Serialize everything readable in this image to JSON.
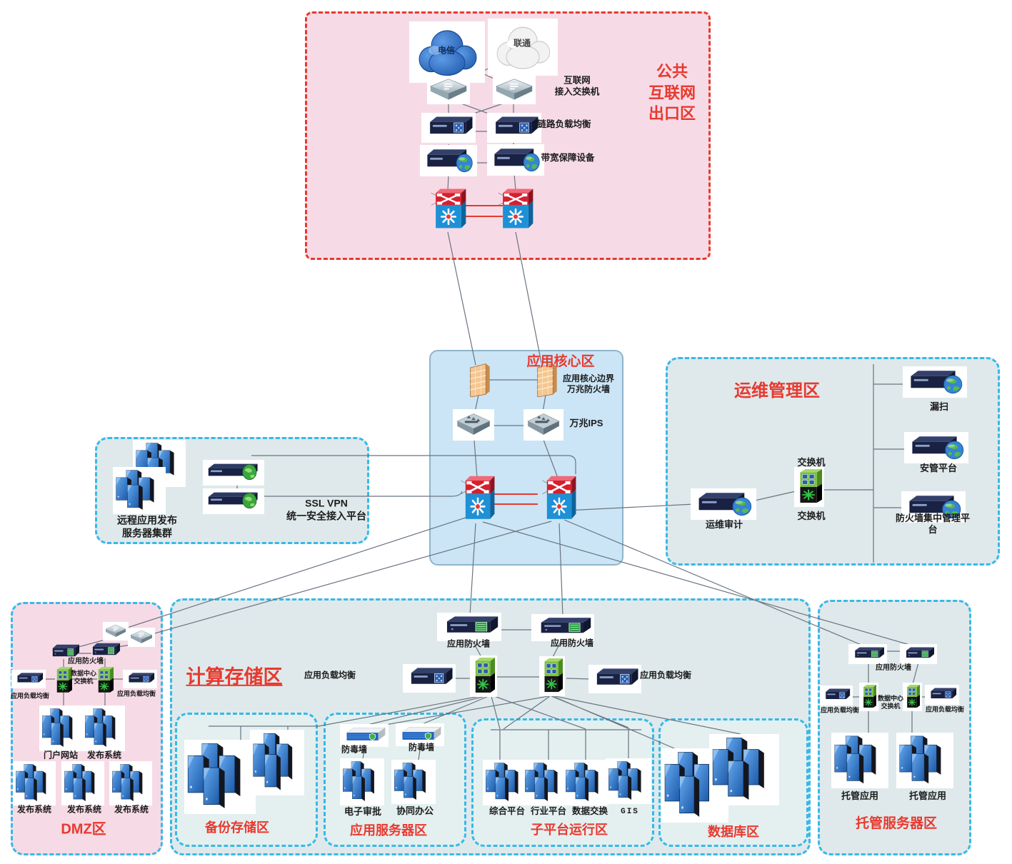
{
  "zones": {
    "public_internet": "公共\n互联网\n出口区",
    "app_core": "应用核心区",
    "ops_mgmt": "运维管理区",
    "compute_storage": "计算存储区",
    "dmz": "DMZ区",
    "backup": "备份存储区",
    "app_server": "应用服务器区",
    "subplatform": "子平台运行区",
    "database": "数据库区",
    "hosted": "托管服务器区"
  },
  "devices": {
    "telecom": "电信",
    "unicom": "联通",
    "internet_switch": "互联网\n接入交换机",
    "link_lb": "链路负载均衡",
    "bandwidth": "带宽保障设备",
    "core_fw": "应用核心边界\n万兆防火墙",
    "ips": "万兆IPS",
    "remote_cluster": "远程应用发布\n服务器集群",
    "ssl_vpn": "SSL VPN\n统一安全接入平台",
    "ops_audit": "运维审计",
    "switch": "交换机",
    "vuln_scan": "漏扫",
    "sec_platform": "安管平台",
    "fw_mgmt": "防火墙集中管理平台",
    "app_fw": "应用防火墙",
    "app_lb": "应用负载均衡",
    "dc_switch": "数据中心\n交换机",
    "portal": "门户网站",
    "publish": "发布系统",
    "av_wall": "防毒墙",
    "e_approval": "电子审批",
    "collab": "协同办公",
    "integrated_platform": "综合平台",
    "industry_platform": "行业平台",
    "data_exchange": "数据交换",
    "gis": "GIS",
    "hosted_app": "托管应用"
  },
  "colors": {
    "zone_label": "#e8392f",
    "pink_zone_fill": "#f6dbe6",
    "blue_zone_fill": "#cbe5f6",
    "gray_zone_fill": "#dfe9eb",
    "cyan_border": "#35b9e9",
    "red_border": "#e8392f",
    "wire": "#6a7480",
    "red_wire": "#e8392f"
  }
}
